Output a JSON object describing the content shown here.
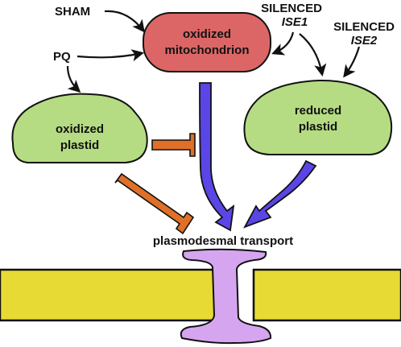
{
  "labels": {
    "sham": "SHAM",
    "pq": "PQ",
    "silenced_ise1_line1": "SILENCED",
    "silenced_ise1_line2": "ISE1",
    "silenced_ise2_line1": "SILENCED",
    "silenced_ise2_line2": "ISE2",
    "transport": "plasmodesmal transport"
  },
  "organelles": {
    "mitochondrion": {
      "line1": "oxidized",
      "line2": "mitochondrion"
    },
    "oxidized_plastid": {
      "line1": "oxidized",
      "line2": "plastid"
    },
    "reduced_plastid": {
      "line1": "reduced",
      "line2": "plastid"
    }
  },
  "colors": {
    "mitochondrion_fill": "#dc6666",
    "plastid_fill": "#b5dc82",
    "activation_arrow": "#5a46e6",
    "inhibition_arrow": "#e07028",
    "cell_wall": "#e8da34",
    "plasmodesma": "#d6a5f0",
    "outline": "#111111"
  }
}
